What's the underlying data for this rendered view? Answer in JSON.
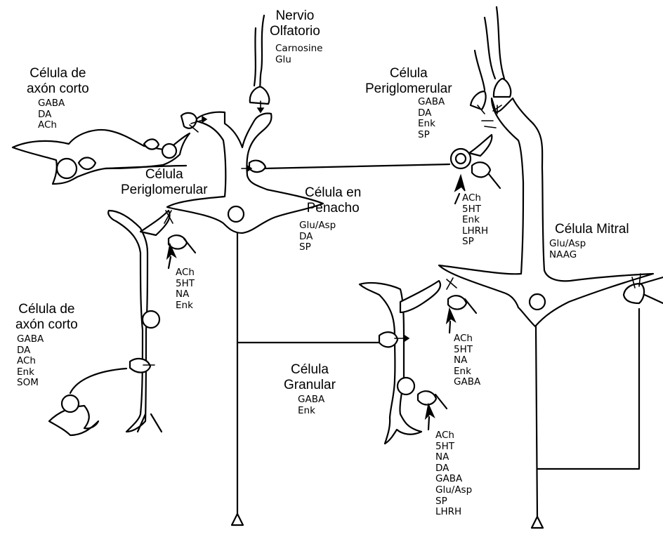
{
  "labels": {
    "nervio": {
      "title": [
        "Nervio",
        "Olfatorio"
      ],
      "items": [
        "Carnosine",
        "Glu"
      ]
    },
    "short_axon_top": {
      "title": [
        "Célula de",
        "axón corto"
      ],
      "items": [
        "GABA",
        "DA",
        "ACh"
      ]
    },
    "periglom_right": {
      "title": [
        "Célula",
        "Periglomerular"
      ],
      "items": [
        "GABA",
        "DA",
        "Enk",
        "SP"
      ]
    },
    "periglom_left": {
      "title": [
        "Célula",
        "Periglomerular"
      ]
    },
    "penacho": {
      "title": [
        "Célula en",
        "Penacho"
      ],
      "items": [
        "Glu/Asp",
        "DA",
        "SP"
      ]
    },
    "periglom_right_inputs": {
      "items": [
        "ACh",
        "5HT",
        "Enk",
        "LHRH",
        "SP"
      ]
    },
    "mitral": {
      "title": [
        "Célula Mitral"
      ],
      "items": [
        "Glu/Asp",
        "NAAG"
      ]
    },
    "periglom_left_inputs": {
      "items": [
        "ACh",
        "5HT",
        "NA",
        "Enk"
      ]
    },
    "short_axon_bottom": {
      "title": [
        "Célula de",
        "axón corto"
      ],
      "items": [
        "GABA",
        "DA",
        "ACh",
        "Enk",
        "SOM"
      ]
    },
    "granular": {
      "title": [
        "Célula",
        "Granular"
      ],
      "items": [
        "GABA",
        "Enk"
      ]
    },
    "granular_upper_inputs": {
      "items": [
        "ACh",
        "5HT",
        "NA",
        "Enk",
        "GABA"
      ]
    },
    "granular_lower_inputs": {
      "items": [
        "ACh",
        "5HT",
        "NA",
        "DA",
        "GABA",
        "Glu/Asp",
        "SP",
        "LHRH"
      ]
    }
  }
}
